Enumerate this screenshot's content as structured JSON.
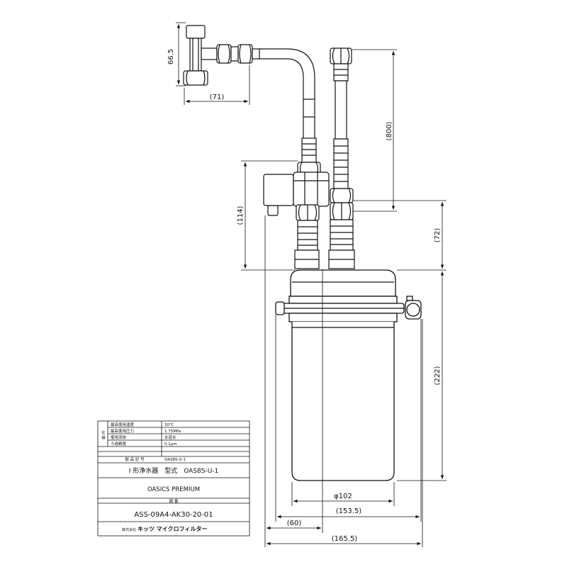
{
  "dimensions": {
    "tee_height": "66.5",
    "tee_offset": "(71)",
    "hose_length": "(800)",
    "head_height": "(114)",
    "head_offset": "(72)",
    "body_height": "(222)",
    "body_diameter": "φ102",
    "bracket_width": "(153.5)",
    "inlet_offset": "(60)",
    "overall_width": "(165.5)"
  },
  "title_block": {
    "spec_group_label": "仕 様",
    "spec_rows": [
      {
        "label": "最高使用温度",
        "value": "30℃"
      },
      {
        "label": "最高使用圧力",
        "value": "1.75MPa"
      },
      {
        "label": "使用流体",
        "value": "水道水"
      },
      {
        "label": "ろ過精度",
        "value": "0.1μm"
      }
    ],
    "part_no_label": "製 品 記 号",
    "part_no_value": "OAS8S-U-1",
    "product_line": "I 形浄水器　型式　OAS8S-U-1",
    "product_name": "OASICS PREMIUM",
    "drawing_no_label": "図 番",
    "drawing_no": "ASS-09A4-AK30-20-01",
    "company_prefix": "株式会社",
    "company_name": "キッツ マイクロフィルター"
  }
}
